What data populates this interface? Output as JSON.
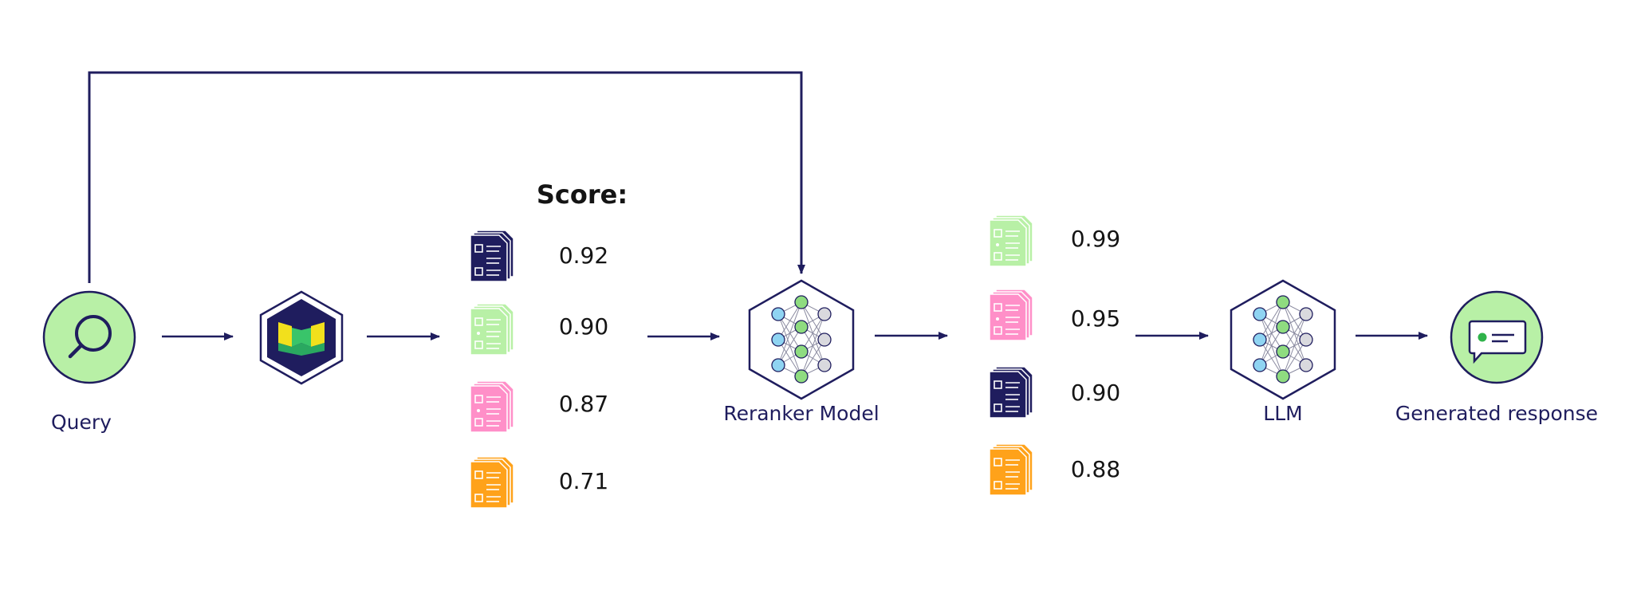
{
  "colors": {
    "navy": "#1f1d5e",
    "green": "#b8f0a6",
    "green_dark": "#8fdc80",
    "pink": "#ff8fc8",
    "orange": "#ffa21a",
    "blue_node": "#8fd4f2",
    "grey_node": "#d9d9de",
    "weaviate_yellow": "#f2e01c",
    "weaviate_green": "#39c46a"
  },
  "nodes": {
    "query": {
      "label": "Query",
      "icon": "search-icon"
    },
    "vector_db": {
      "icon": "weaviate-logo"
    },
    "reranker": {
      "label": "Reranker Model",
      "icon": "neural-network-icon"
    },
    "llm": {
      "label": "LLM",
      "icon": "neural-network-icon"
    },
    "response": {
      "label": "Generated response",
      "icon": "chat-bubble-icon"
    }
  },
  "retrieved": {
    "title": "Score:",
    "docs": [
      {
        "color": "navy",
        "score": "0.92"
      },
      {
        "color": "green",
        "score": "0.90"
      },
      {
        "color": "pink",
        "score": "0.87"
      },
      {
        "color": "orange",
        "score": "0.71"
      }
    ]
  },
  "reranked": {
    "docs": [
      {
        "color": "green",
        "score": "0.99"
      },
      {
        "color": "pink",
        "score": "0.95"
      },
      {
        "color": "navy",
        "score": "0.90"
      },
      {
        "color": "orange",
        "score": "0.88"
      }
    ]
  }
}
